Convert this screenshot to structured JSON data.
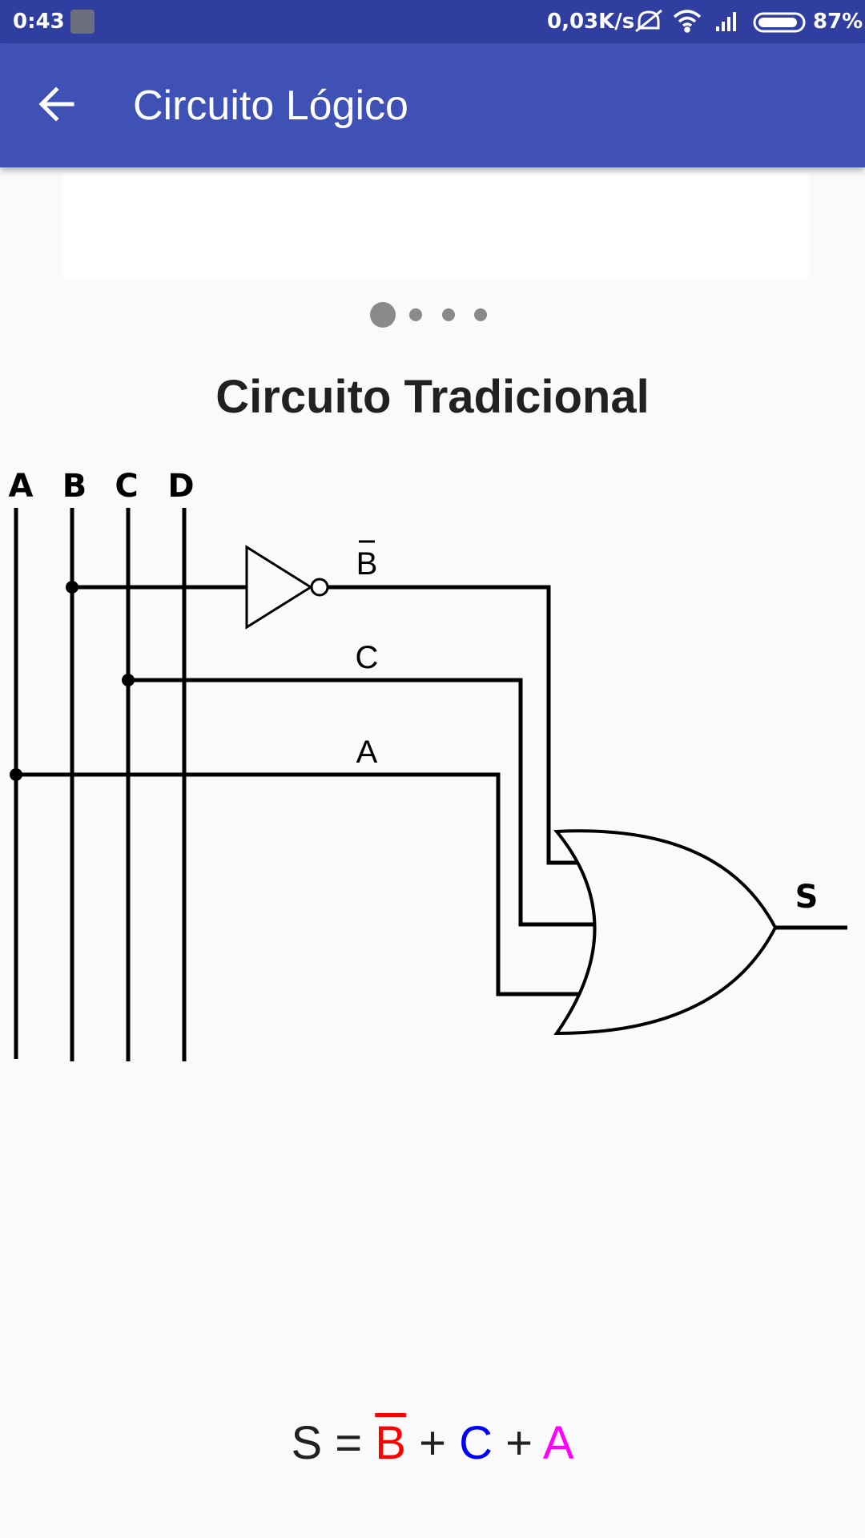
{
  "status_bar": {
    "time": "0:43",
    "network_speed": "0,03K/s",
    "battery": "87%",
    "icons": [
      "screenshot-icon",
      "mute-icon",
      "wifi-icon",
      "signal-icon",
      "battery-icon"
    ]
  },
  "app_bar": {
    "title": "Circuito Lógico",
    "color": "#3f51b5"
  },
  "pager": {
    "count": 4,
    "active_index": 0
  },
  "section": {
    "title": "Circuito Tradicional"
  },
  "circuit": {
    "inputs": [
      "A",
      "B",
      "C",
      "D"
    ],
    "wire_labels": {
      "not_b": "B",
      "c": "C",
      "a": "A"
    },
    "output": "S",
    "gates": [
      "NOT",
      "OR"
    ]
  },
  "equation": {
    "lhs": "S",
    "equals": "=",
    "term1": "B",
    "plus1": "+",
    "term2": "C",
    "plus2": "+",
    "term3": "A",
    "colors": {
      "term1": "#ff0000",
      "term2": "#0000ff",
      "term3": "#ff00ff"
    }
  }
}
